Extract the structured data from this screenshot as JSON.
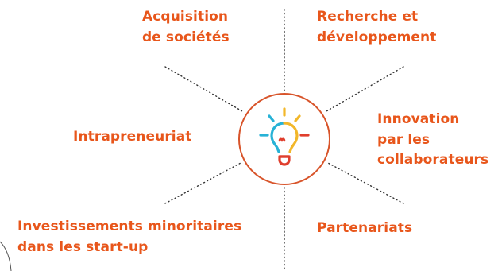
{
  "colors": {
    "accent": "#e8561b",
    "circle": "#d8542a",
    "bulb_blue": "#27b2d6",
    "bulb_yellow": "#f2b72a",
    "bulb_red": "#e03e2d",
    "dots": "#333333"
  },
  "center_icon": "lightbulb-icon",
  "branches": [
    {
      "id": "acquisition",
      "lines": [
        "Acquisition",
        "de sociétés"
      ]
    },
    {
      "id": "recherche",
      "lines": [
        "Recherche et",
        "développement"
      ]
    },
    {
      "id": "intrapreneuriat",
      "lines": [
        "Intrapreneuriat"
      ]
    },
    {
      "id": "innovation",
      "lines": [
        "Innovation",
        "par les",
        "collaborateurs"
      ]
    },
    {
      "id": "investissements",
      "lines": [
        "Investissements minoritaires",
        "dans les start-up"
      ]
    },
    {
      "id": "partenariats",
      "lines": [
        "Partenariats"
      ]
    }
  ]
}
